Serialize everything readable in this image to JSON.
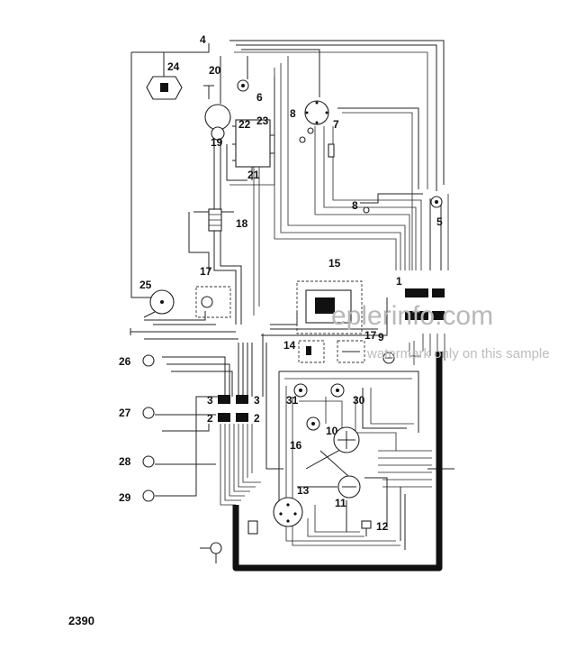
{
  "diagram": {
    "labels": [
      "1",
      "2",
      "3",
      "4",
      "5",
      "6",
      "7",
      "8",
      "9",
      "10",
      "11",
      "12",
      "13",
      "14",
      "15",
      "16",
      "17",
      "18",
      "19",
      "20",
      "21",
      "22",
      "23",
      "24",
      "25",
      "26",
      "27",
      "28",
      "29",
      "30",
      "31"
    ],
    "page_number": "2390"
  },
  "watermark": {
    "line1": "eplerinfo.com",
    "line2": "watermark only on this sample"
  }
}
